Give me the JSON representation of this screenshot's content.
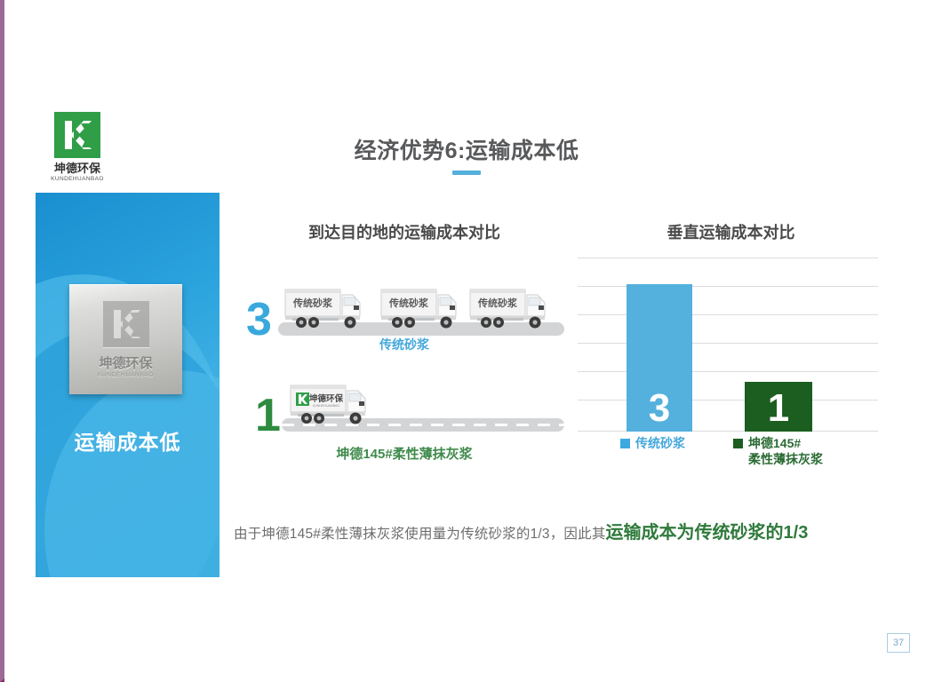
{
  "slide": {
    "page_number": "37",
    "title": "经济优势6:运输成本低",
    "accent_blue": "#54b0dd",
    "accent_green": "#1b5e20",
    "title_color": "#58595b",
    "frame_color": "#8d2a62"
  },
  "brand": {
    "mark_color": "#2f9e47",
    "name_cn": "坤德环保",
    "name_en": "KUNDEHUANBAO"
  },
  "left_card": {
    "plaque_name_cn": "坤德环保",
    "plaque_name_en": "KUNDEHUANBAO",
    "caption": "运输成本低",
    "background_from": "#1a8fd0",
    "background_to": "#47b6e6"
  },
  "truck_panel": {
    "title": "到达目的地的运输成本对比",
    "traditional": {
      "count": "3",
      "count_color": "#39a8dd",
      "truck_label": "传统砂浆",
      "caption": "传统砂浆",
      "caption_color": "#45a7dc",
      "truck_count": 3
    },
    "kunde": {
      "count": "1",
      "count_color": "#2e8b3f",
      "truck_label": "坤德环保",
      "caption": "坤德145#柔性薄抹灰浆",
      "caption_color": "#3f8a4b",
      "truck_count": 1
    }
  },
  "chart_data": {
    "type": "bar",
    "title": "垂直运输成本对比",
    "categories": [
      "传统砂浆",
      "坤德145#柔性薄抹灰浆"
    ],
    "values": [
      3,
      1
    ],
    "value_labels": [
      "3",
      "1"
    ],
    "colors": [
      "#54b0dd",
      "#1b5e20"
    ],
    "xlabel": "",
    "ylabel": "",
    "ylim": [
      0,
      3.5
    ],
    "grid": true,
    "gridline_count": 7,
    "legend_position": "bottom",
    "legend": [
      {
        "label": "传统砂浆",
        "label_line2": "",
        "color": "#3ea9e0",
        "text_color": "#45a7dc"
      },
      {
        "label": "坤德145#",
        "label_line2": "柔性薄抹灰浆",
        "color": "#1b5e20",
        "text_color": "#2a6b33"
      }
    ]
  },
  "footer": {
    "caption_plain": "由于坤德145#柔性薄抹灰浆使用量为传统砂浆的1/3，因此其",
    "caption_emphasis": "运输成本为传统砂浆的1/3",
    "emphasis_color": "#2f7a3c"
  }
}
